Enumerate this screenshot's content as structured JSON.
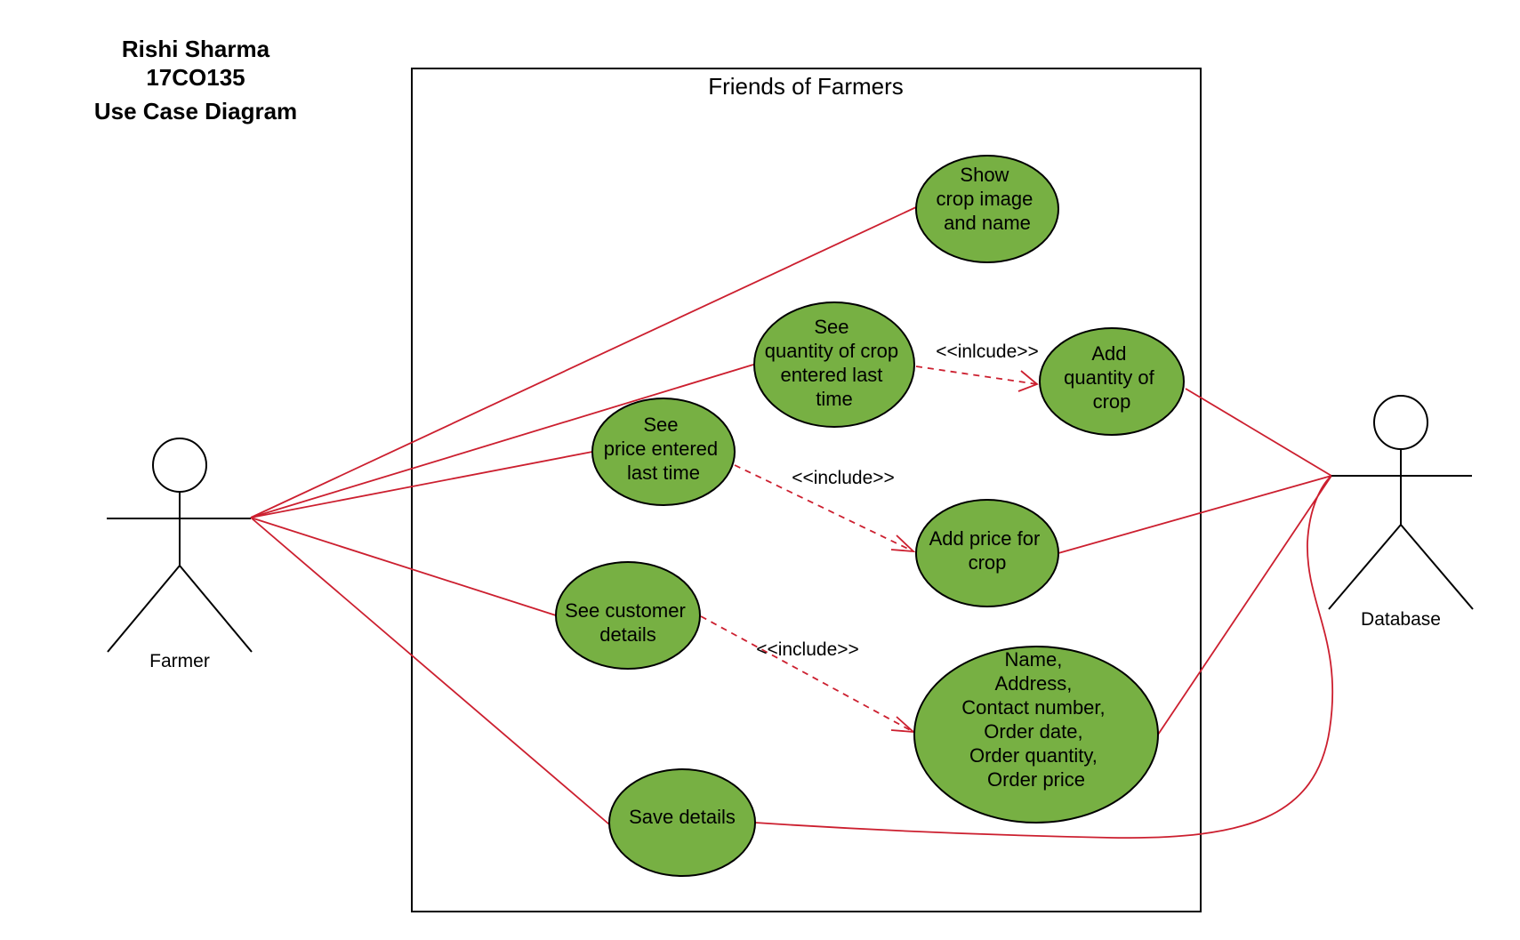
{
  "header": {
    "author": "Rishi Sharma",
    "roll_number": "17CO135",
    "diagram_type": "Use Case Diagram"
  },
  "system": {
    "title": "Friends of Farmers"
  },
  "actors": {
    "farmer": {
      "label": "Farmer"
    },
    "database": {
      "label": "Database"
    }
  },
  "use_cases": {
    "show_crop": {
      "lines": [
        "Show",
        "crop image",
        "and name"
      ]
    },
    "see_quantity": {
      "lines": [
        "See",
        "quantity of crop",
        "entered last",
        "time"
      ]
    },
    "add_quantity": {
      "lines": [
        "Add",
        "quantity of",
        "crop"
      ]
    },
    "see_price": {
      "lines": [
        "See",
        "price entered",
        "last time"
      ]
    },
    "add_price": {
      "lines": [
        "Add price for",
        "crop"
      ]
    },
    "see_customer": {
      "lines": [
        "See customer",
        "details"
      ]
    },
    "customer_fields": {
      "lines": [
        "Name,",
        "Address,",
        "Contact number,",
        "Order date,",
        "Order quantity,",
        "Order price"
      ]
    },
    "save_details": {
      "lines": [
        "Save details"
      ]
    }
  },
  "relationships": {
    "include_quantity": "<<inlcude>>",
    "include_price": "<<include>>",
    "include_customer": "<<include>>"
  },
  "colors": {
    "use_case_fill": "#77b043",
    "connector": "#cc1f2f",
    "outline": "#000000"
  }
}
